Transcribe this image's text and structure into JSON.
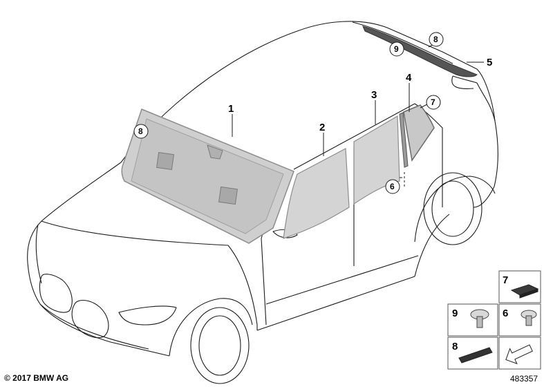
{
  "labels": {
    "windscreen": "1",
    "front_door_glass": "2",
    "rear_door_glass": "3",
    "rear_door_fixed_glass_channel": "4",
    "rear_window": "5",
    "screw_callout": "6",
    "side_window_seal": "7",
    "windscreen_adhesive": "8",
    "rear_adhesive": "8",
    "rear_screw": "9"
  },
  "tiles": {
    "t7": "7",
    "t9": "9",
    "t6": "6",
    "t8": "8"
  },
  "footer": {
    "copyright": "© 2017 BMW AG",
    "drawing_id": "483357"
  },
  "colors": {
    "glass_fill": "#cfcfcf",
    "glass_edge": "#8c8c8c",
    "line": "#1a1a1a",
    "part_dark": "#3a3a3a"
  }
}
